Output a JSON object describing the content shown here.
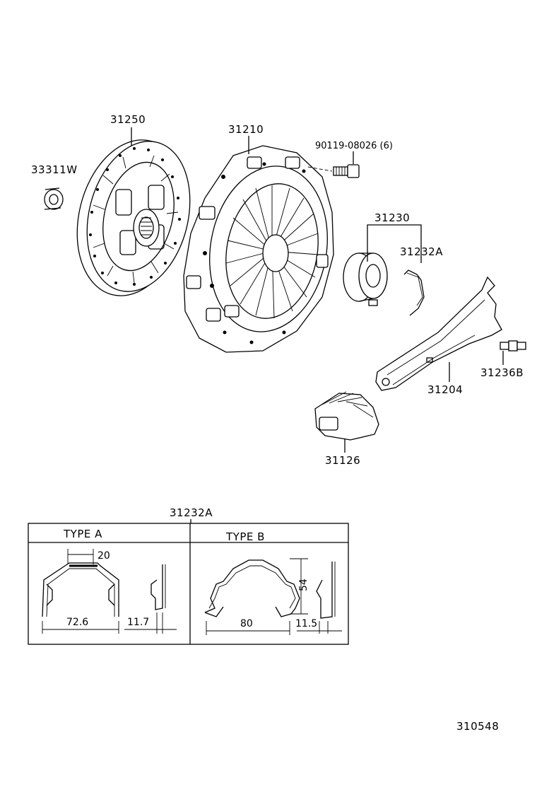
{
  "parts": {
    "p33311w": "33311W",
    "p31250": "31250",
    "p31210": "31210",
    "p90119": "90119-08026 (6)",
    "p31230": "31230",
    "p31232a": "31232A",
    "p31236b": "31236B",
    "p31204": "31204",
    "p31126": "31126"
  },
  "inset": {
    "title": "31232A",
    "type_a": "TYPE  A",
    "type_b": "TYPE  B",
    "dims": {
      "a_top": "20",
      "a_width": "72.6",
      "a_side": "11.7",
      "b_width": "80",
      "b_height": "54",
      "b_side": "11.5"
    }
  },
  "diagram_code": "310548"
}
